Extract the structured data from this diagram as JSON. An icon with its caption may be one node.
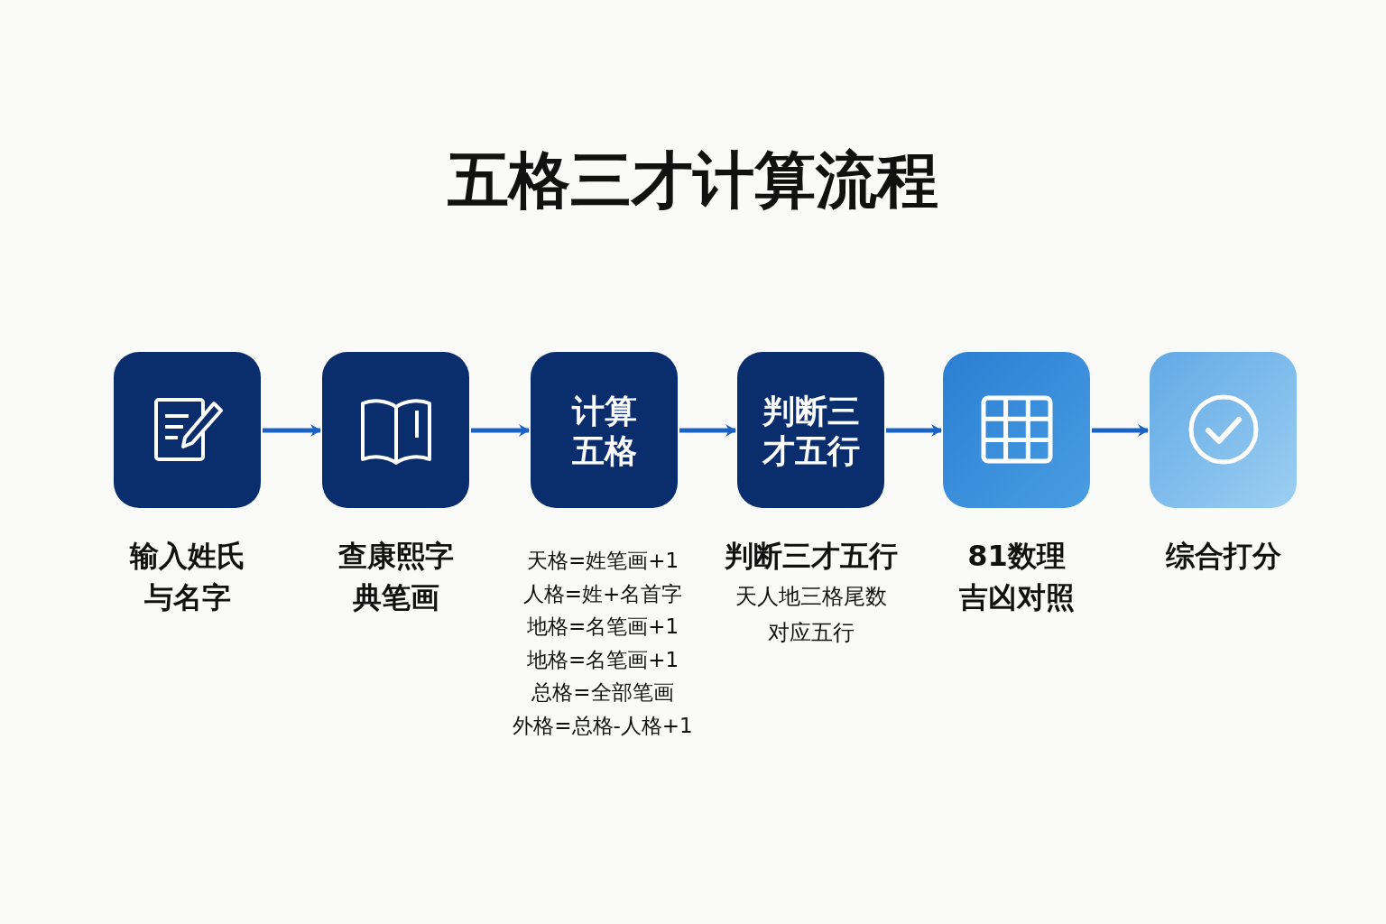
{
  "diagram": {
    "title": "五格三才计算流程",
    "nodes": [
      {
        "text": [
          "输入姓氏与名字"
        ]
      },
      {
        "text": [
          "查康熙字典笔画"
        ]
      },
      {
        "text": [
          "计算五格"
        ]
      },
      {
        "text": [
          "判断三才五行",
          "判断三才五行",
          "天人地三格尾数对应五行"
        ]
      },
      {
        "text": [
          "81数理吉凶对照"
        ]
      },
      {
        "text": [
          "综合打分"
        ]
      }
    ],
    "edges": [
      {
        "from": 0,
        "to": 1,
        "arrow": "to"
      },
      {
        "from": 1,
        "to": 2,
        "arrow": "to"
      },
      {
        "from": 2,
        "to": 3,
        "arrow": "to"
      },
      {
        "from": 3,
        "to": 4,
        "arrow": "to"
      },
      {
        "from": 4,
        "to": 5,
        "arrow": "to"
      }
    ],
    "labels": [
      "天格=姓笔画+1",
      "人格=姓+名首字",
      "地格=名笔画+1",
      "地格=名笔画+1",
      "总格=全部笔画",
      "外格=总格-人格+1"
    ]
  }
}
